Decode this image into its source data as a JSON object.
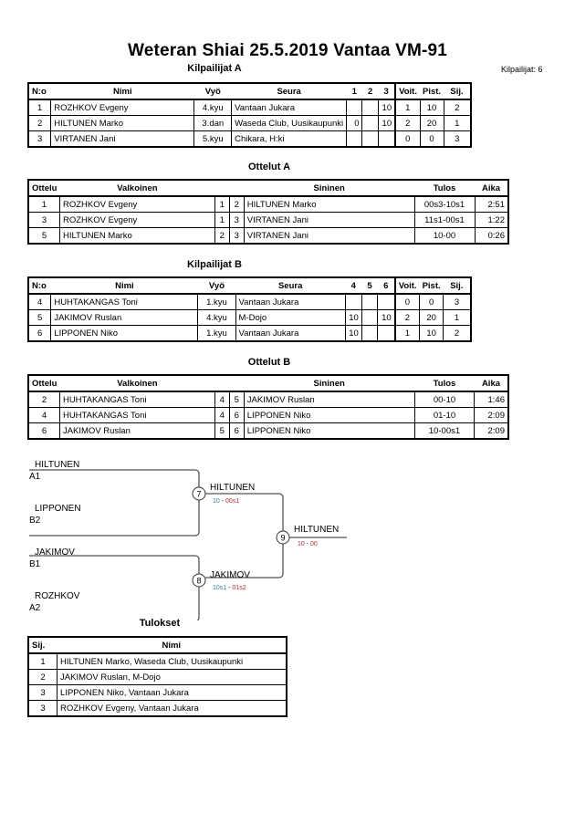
{
  "title": "Weteran Shiai  25.5.2019  Vantaa   VM-91",
  "participants_count": "Kilpailijat: 6",
  "pool_a": {
    "heading": "Kilpailijat A",
    "headers": [
      "N:o",
      "Nimi",
      "Vyö",
      "Seura",
      "1",
      "2",
      "3",
      "Voit.",
      "Pist.",
      "Sij."
    ],
    "rows": [
      [
        "1",
        "ROZHKOV Evgeny",
        "4.kyu",
        "Vantaan Jukara",
        "",
        "",
        "10",
        "1",
        "10",
        "2"
      ],
      [
        "2",
        "HILTUNEN Marko",
        "3.dan",
        "Waseda Club, Uusikaupunki",
        "0",
        "",
        "10",
        "2",
        "20",
        "1"
      ],
      [
        "3",
        "VIRTANEN Jani",
        "5.kyu",
        "Chikara, H:ki",
        "",
        "",
        "",
        "0",
        "0",
        "3"
      ]
    ]
  },
  "matches_a": {
    "heading": "Ottelut A",
    "headers": [
      "Ottelu",
      "Valkoinen",
      "",
      "",
      "Sininen",
      "Tulos",
      "Aika"
    ],
    "rows": [
      [
        "1",
        "ROZHKOV Evgeny",
        "1",
        "2",
        "HILTUNEN Marko",
        "00s3-10s1",
        "2:51"
      ],
      [
        "3",
        "ROZHKOV Evgeny",
        "1",
        "3",
        "VIRTANEN Jani",
        "11s1-00s1",
        "1:22"
      ],
      [
        "5",
        "HILTUNEN Marko",
        "2",
        "3",
        "VIRTANEN Jani",
        "10-00",
        "0:26"
      ]
    ]
  },
  "pool_b": {
    "heading": "Kilpailijat B",
    "headers": [
      "N:o",
      "Nimi",
      "Vyö",
      "Seura",
      "4",
      "5",
      "6",
      "Voit.",
      "Pist.",
      "Sij."
    ],
    "rows": [
      [
        "4",
        "HUHTAKANGAS Toni",
        "1.kyu",
        "Vantaan Jukara",
        "",
        "",
        "",
        "0",
        "0",
        "3"
      ],
      [
        "5",
        "JAKIMOV Ruslan",
        "4.kyu",
        "M-Dojo",
        "10",
        "",
        "10",
        "2",
        "20",
        "1"
      ],
      [
        "6",
        "LIPPONEN Niko",
        "1.kyu",
        "Vantaan Jukara",
        "10",
        "",
        "",
        "1",
        "10",
        "2"
      ]
    ]
  },
  "matches_b": {
    "heading": "Ottelut B",
    "headers": [
      "Ottelu",
      "Valkoinen",
      "",
      "",
      "Sininen",
      "Tulos",
      "Aika"
    ],
    "rows": [
      [
        "2",
        "HUHTAKANGAS Toni",
        "4",
        "5",
        "JAKIMOV Ruslan",
        "00-10",
        "1:46"
      ],
      [
        "4",
        "HUHTAKANGAS Toni",
        "4",
        "6",
        "LIPPONEN Niko",
        "01-10",
        "2:09"
      ],
      [
        "6",
        "JAKIMOV Ruslan",
        "5",
        "6",
        "LIPPONEN Niko",
        "10-00s1",
        "2:09"
      ]
    ]
  },
  "bracket": {
    "entrants": [
      {
        "name": "HILTUNEN",
        "seed": "A1"
      },
      {
        "name": "LIPPONEN",
        "seed": "B2"
      },
      {
        "name": "JAKIMOV",
        "seed": "B1"
      },
      {
        "name": "ROZHKOV",
        "seed": "A2"
      }
    ],
    "matches": [
      {
        "number": "7",
        "winner": "HILTUNEN",
        "score_a": "10",
        "score_b": "00s1"
      },
      {
        "number": "8",
        "winner": "JAKIMOV",
        "score_a": "10s1",
        "score_b": "01s2"
      },
      {
        "number": "9",
        "winner": "HILTUNEN",
        "score_a": "10",
        "score_b": "00"
      }
    ],
    "colors": {
      "score_a": "#2a7a9a",
      "score_b": "#b03030",
      "line": "#555555"
    }
  },
  "results": {
    "heading": "Tulokset",
    "headers": [
      "Sij.",
      "Nimi"
    ],
    "rows": [
      [
        "1",
        "HILTUNEN Marko, Waseda Club, Uusikaupunki"
      ],
      [
        "2",
        "JAKIMOV Ruslan, M-Dojo"
      ],
      [
        "3",
        "LIPPONEN Niko, Vantaan Jukara"
      ],
      [
        "3",
        "ROZHKOV Evgeny, Vantaan Jukara"
      ]
    ]
  }
}
